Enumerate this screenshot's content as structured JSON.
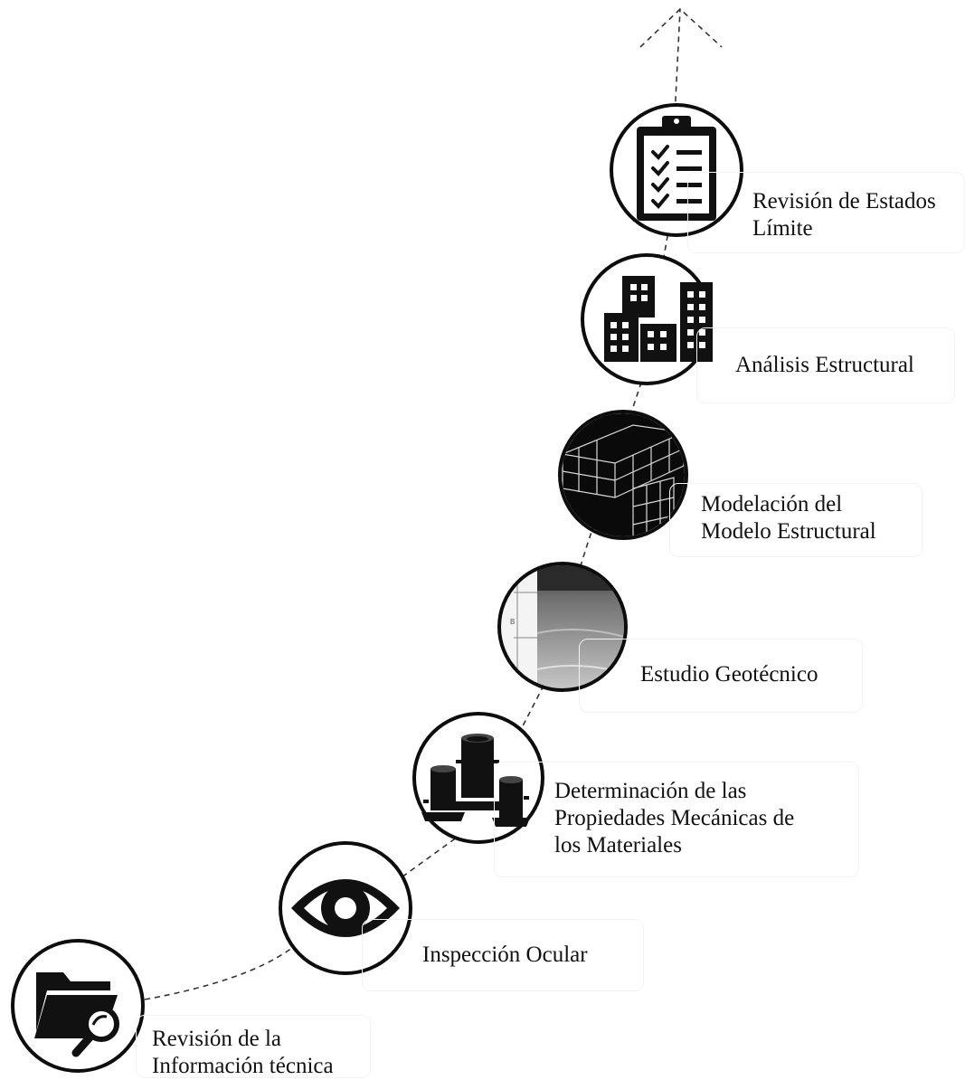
{
  "steps": [
    {
      "id": "info",
      "lines": [
        "Revisión de la",
        "Información técnica"
      ],
      "icon": "folder-search-icon"
    },
    {
      "id": "ocular",
      "lines": [
        "Inspección Ocular"
      ],
      "icon": "eye-icon"
    },
    {
      "id": "props",
      "lines": [
        "Determinación de las",
        "Propiedades Mecánicas de",
        "los Materiales"
      ],
      "icon": "concrete-cylinder-molds-icon"
    },
    {
      "id": "geo",
      "lines": [
        "Estudio Geotécnico"
      ],
      "icon": "soil-profile-icon"
    },
    {
      "id": "model",
      "lines": [
        "Modelación del",
        "Modelo Estructural"
      ],
      "icon": "structural-model-3d-icon"
    },
    {
      "id": "analysis",
      "lines": [
        "Análisis Estructural"
      ],
      "icon": "buildings-icon"
    },
    {
      "id": "limit",
      "lines": [
        "Revisión de Estados",
        "Límite"
      ],
      "icon": "clipboard-checklist-icon"
    }
  ],
  "colors": {
    "ink": "#111111",
    "dark": "#0d0d0d",
    "paper": "#ffffff"
  }
}
